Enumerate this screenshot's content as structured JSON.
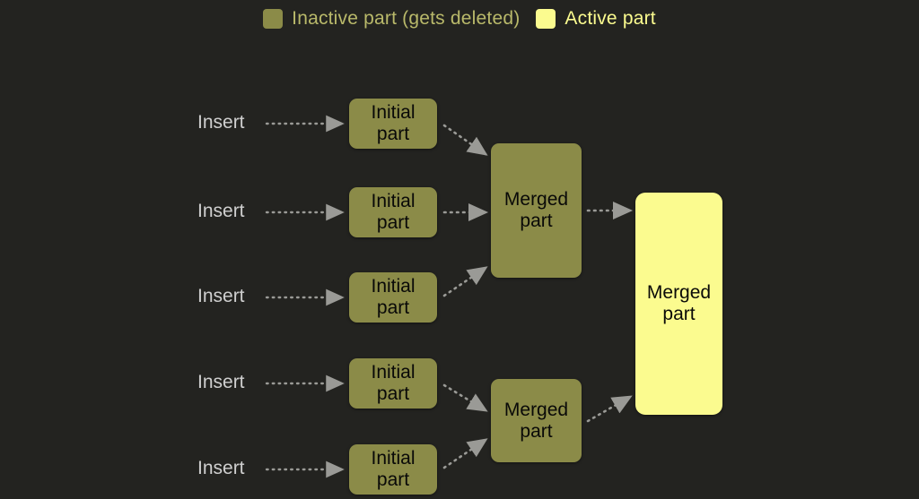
{
  "legend": {
    "items": [
      {
        "swatch": "inactive-swatch",
        "label": "Inactive part (gets deleted)",
        "color": "#8b8b48"
      },
      {
        "swatch": "active-swatch",
        "label": "Active part",
        "color": "#fbfb8f"
      }
    ]
  },
  "colors": {
    "background": "#232320",
    "inactive": "#8b8b48",
    "active": "#fbfb8f",
    "insert_text": "#cfcfcf",
    "node_text": "#090908",
    "arrow": "#9a9a96",
    "legend_inactive_text": "#b9b96a"
  },
  "inserts": [
    {
      "label": "Insert"
    },
    {
      "label": "Insert"
    },
    {
      "label": "Insert"
    },
    {
      "label": "Insert"
    },
    {
      "label": "Insert"
    }
  ],
  "initial_parts": [
    {
      "line1": "Initial",
      "line2": "part"
    },
    {
      "line1": "Initial",
      "line2": "part"
    },
    {
      "line1": "Initial",
      "line2": "part"
    },
    {
      "line1": "Initial",
      "line2": "part"
    },
    {
      "line1": "Initial",
      "line2": "part"
    }
  ],
  "merged_parts": [
    {
      "line1": "Merged",
      "line2": "part",
      "state": "inactive"
    },
    {
      "line1": "Merged",
      "line2": "part",
      "state": "inactive"
    }
  ],
  "final_part": {
    "line1": "Merged",
    "line2": "part",
    "state": "active"
  }
}
